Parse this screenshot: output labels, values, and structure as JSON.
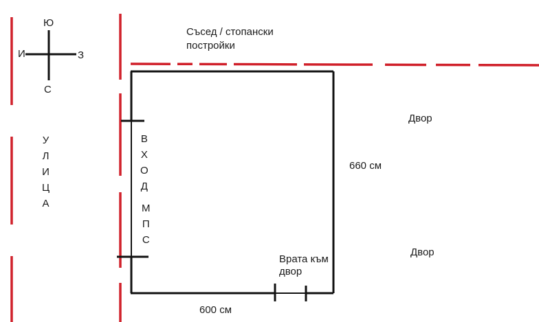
{
  "colors": {
    "boundary_dash": "#d0202a",
    "wall": "#111111",
    "text": "#1a1a1a"
  },
  "compass": {
    "north_top": "Ю",
    "west_left": "И",
    "east_right": "З",
    "south_bottom": "С"
  },
  "labels": {
    "neighbor_line1": "Съсед / стопански",
    "neighbor_line2": "постройки",
    "yard_top": "Двор",
    "yard_bottom": "Двор",
    "height_dimension": "660 см",
    "width_dimension": "600 см",
    "gate_line1": "Врата към",
    "gate_line2": "двор"
  },
  "street_letters": [
    "У",
    "Л",
    "И",
    "Ц",
    "А"
  ],
  "entrance_letters": [
    "В",
    "Х",
    "О",
    "Д"
  ],
  "mps_letters": [
    "М",
    "П",
    "С"
  ],
  "dimensions": {
    "width_cm": 600,
    "height_cm": 660
  }
}
